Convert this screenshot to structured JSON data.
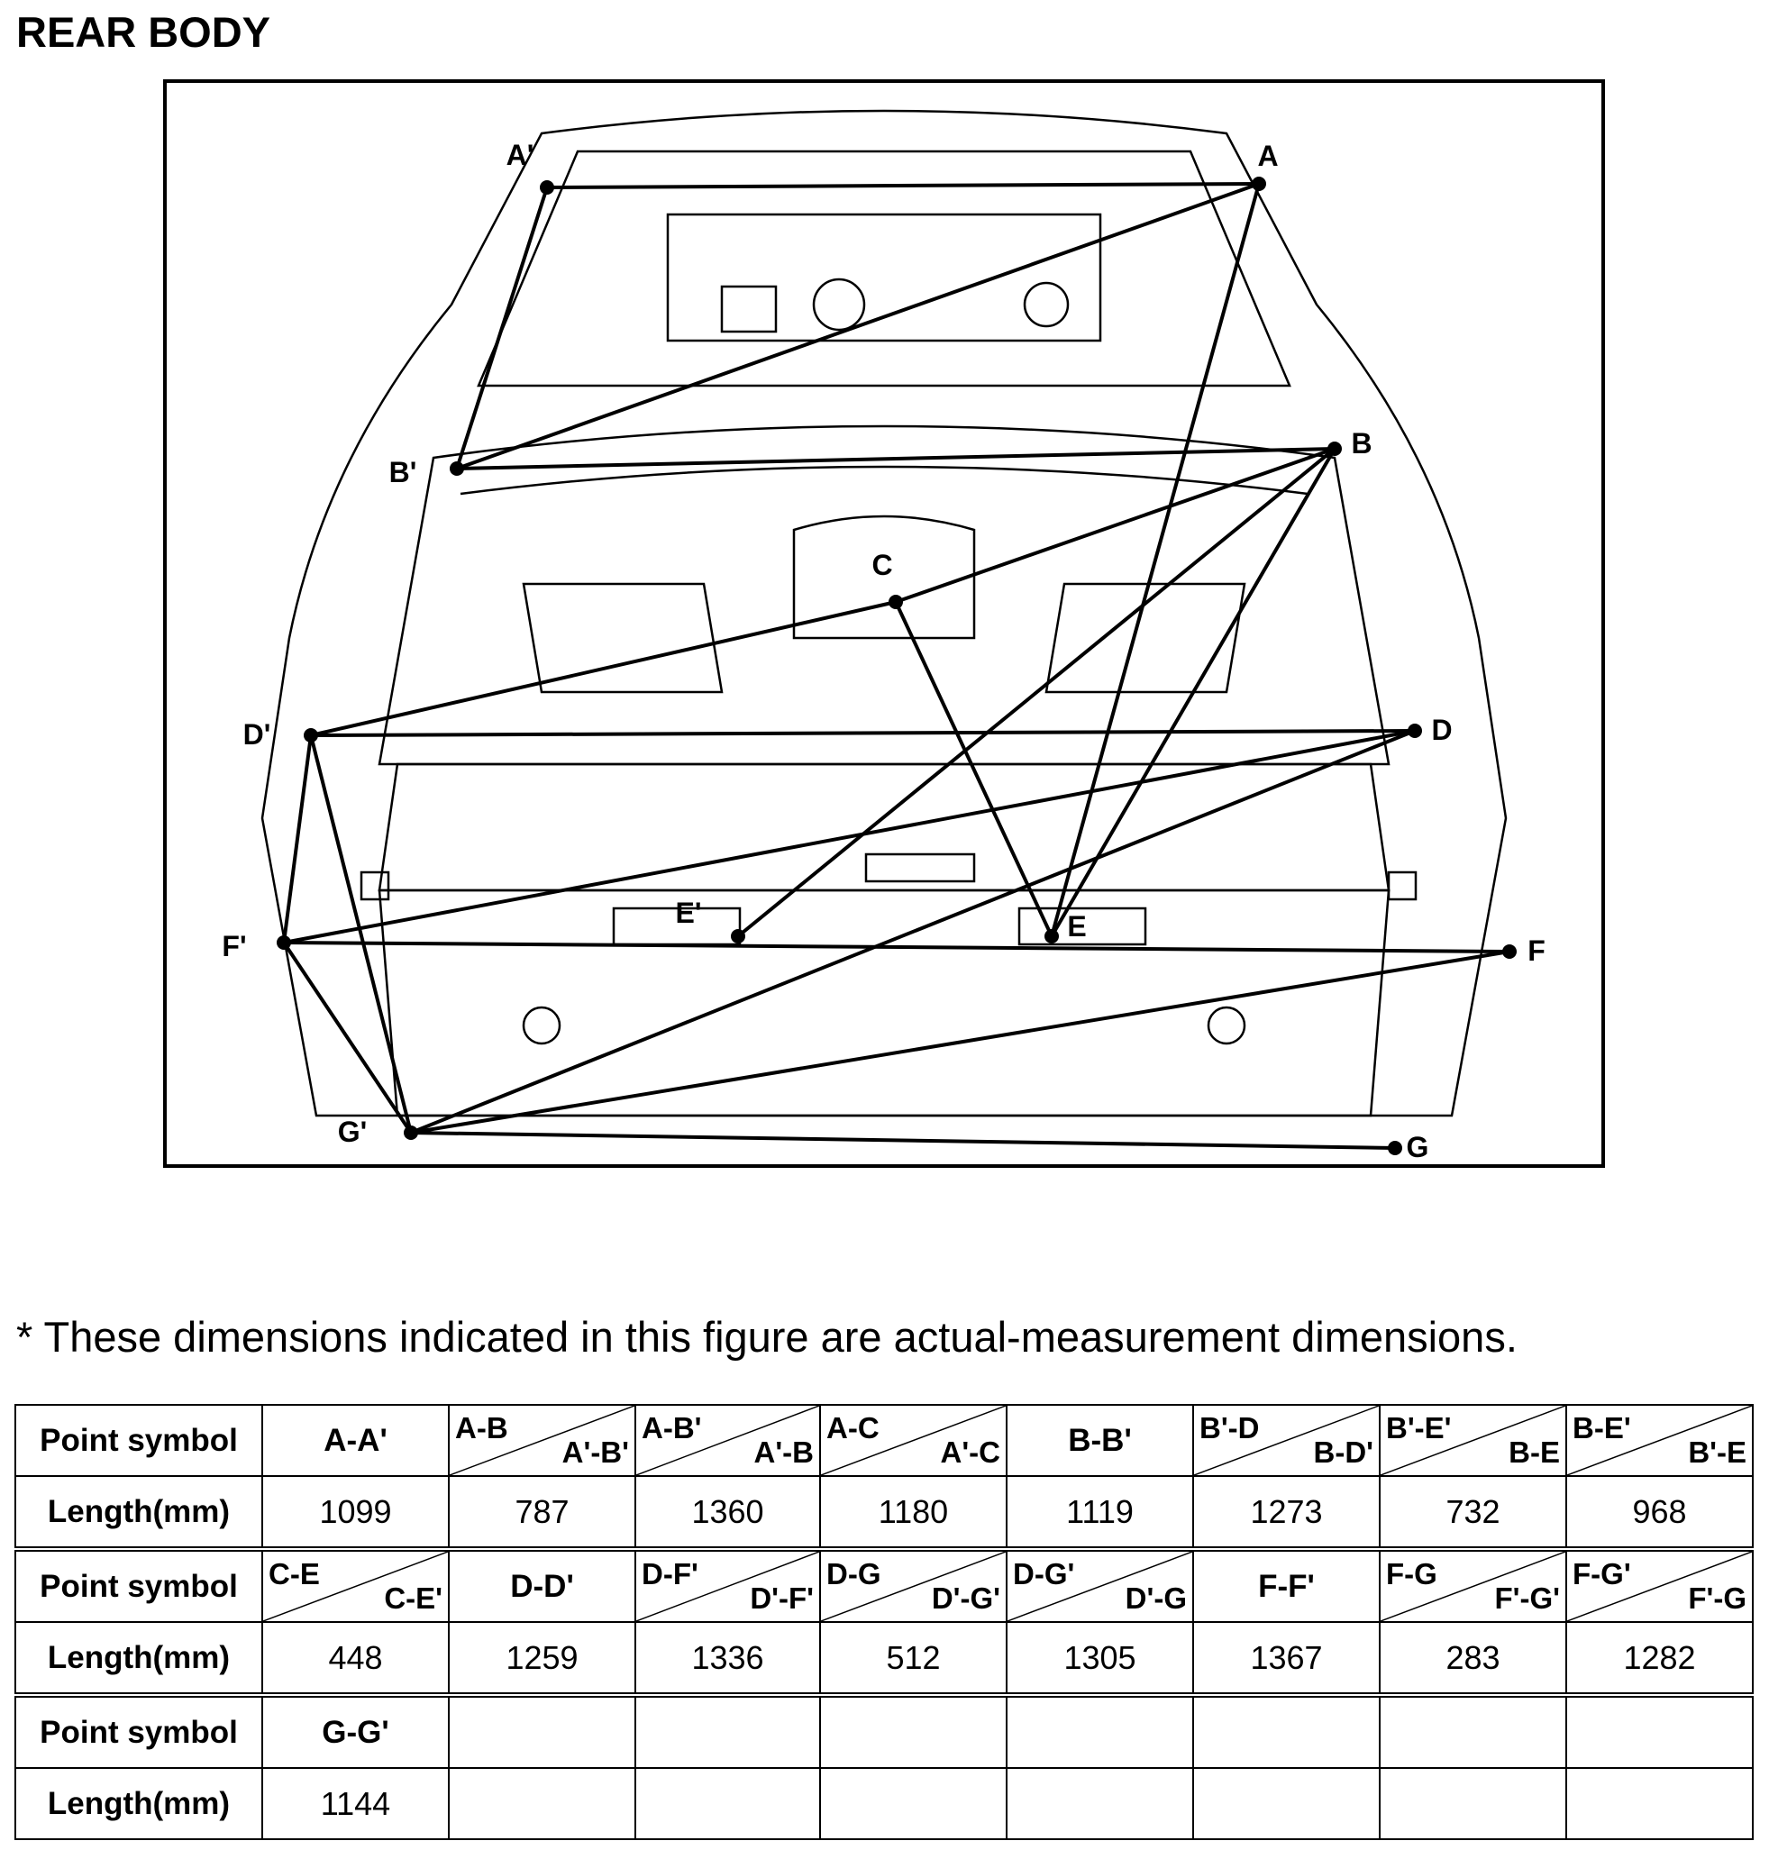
{
  "title": "REAR BODY",
  "note": "* These dimensions indicated in this figure are actual-measurement dimensions.",
  "figure": {
    "points": [
      {
        "id": "A",
        "label": "A"
      },
      {
        "id": "A'",
        "label": "A'"
      },
      {
        "id": "B",
        "label": "B"
      },
      {
        "id": "B'",
        "label": "B'"
      },
      {
        "id": "C",
        "label": "C"
      },
      {
        "id": "D",
        "label": "D"
      },
      {
        "id": "D'",
        "label": "D'"
      },
      {
        "id": "E",
        "label": "E"
      },
      {
        "id": "E'",
        "label": "E'"
      },
      {
        "id": "F",
        "label": "F"
      },
      {
        "id": "F'",
        "label": "F'"
      },
      {
        "id": "G",
        "label": "G"
      },
      {
        "id": "G'",
        "label": "G'"
      }
    ],
    "segments": [
      [
        "A",
        "A'"
      ],
      [
        "A",
        "B'"
      ],
      [
        "A",
        "E"
      ],
      [
        "A'",
        "B'"
      ],
      [
        "B",
        "B'"
      ],
      [
        "B",
        "C"
      ],
      [
        "B",
        "E'"
      ],
      [
        "B",
        "E"
      ],
      [
        "C",
        "E"
      ],
      [
        "C",
        "D'"
      ],
      [
        "D",
        "D'"
      ],
      [
        "D",
        "F'"
      ],
      [
        "D",
        "G'"
      ],
      [
        "D'",
        "G'"
      ],
      [
        "D'",
        "F'"
      ],
      [
        "F",
        "F'"
      ],
      [
        "F",
        "G'"
      ],
      [
        "F'",
        "G'"
      ],
      [
        "G",
        "G'"
      ]
    ]
  },
  "table": {
    "header_label": "Point symbol",
    "value_label": "Length(mm)",
    "rows": [
      [
        {
          "top": "A-A'",
          "length": "1099"
        },
        {
          "top": "A-B",
          "bottom": "A'-B'",
          "length": "787"
        },
        {
          "top": "A-B'",
          "bottom": "A'-B",
          "length": "1360"
        },
        {
          "top": "A-C",
          "bottom": "A'-C",
          "length": "1180"
        },
        {
          "top": "B-B'",
          "length": "1119"
        },
        {
          "top": "B'-D",
          "bottom": "B-D'",
          "length": "1273"
        },
        {
          "top": "B'-E'",
          "bottom": "B-E",
          "length": "732"
        },
        {
          "top": "B-E'",
          "bottom": "B'-E",
          "length": "968"
        }
      ],
      [
        {
          "top": "C-E",
          "bottom": "C-E'",
          "length": "448"
        },
        {
          "top": "D-D'",
          "length": "1259"
        },
        {
          "top": "D-F'",
          "bottom": "D'-F'",
          "length": "1336"
        },
        {
          "top": "D-G",
          "bottom": "D'-G'",
          "length": "512"
        },
        {
          "top": "D-G'",
          "bottom": "D'-G",
          "length": "1305"
        },
        {
          "top": "F-F'",
          "length": "1367"
        },
        {
          "top": "F-G",
          "bottom": "F'-G'",
          "length": "283"
        },
        {
          "top": "F-G'",
          "bottom": "F'-G",
          "length": "1282"
        }
      ],
      [
        {
          "top": "G-G'",
          "length": "1144"
        },
        {
          "top": "",
          "length": ""
        },
        {
          "top": "",
          "length": ""
        },
        {
          "top": "",
          "length": ""
        },
        {
          "top": "",
          "length": ""
        },
        {
          "top": "",
          "length": ""
        },
        {
          "top": "",
          "length": ""
        },
        {
          "top": "",
          "length": ""
        }
      ]
    ]
  }
}
